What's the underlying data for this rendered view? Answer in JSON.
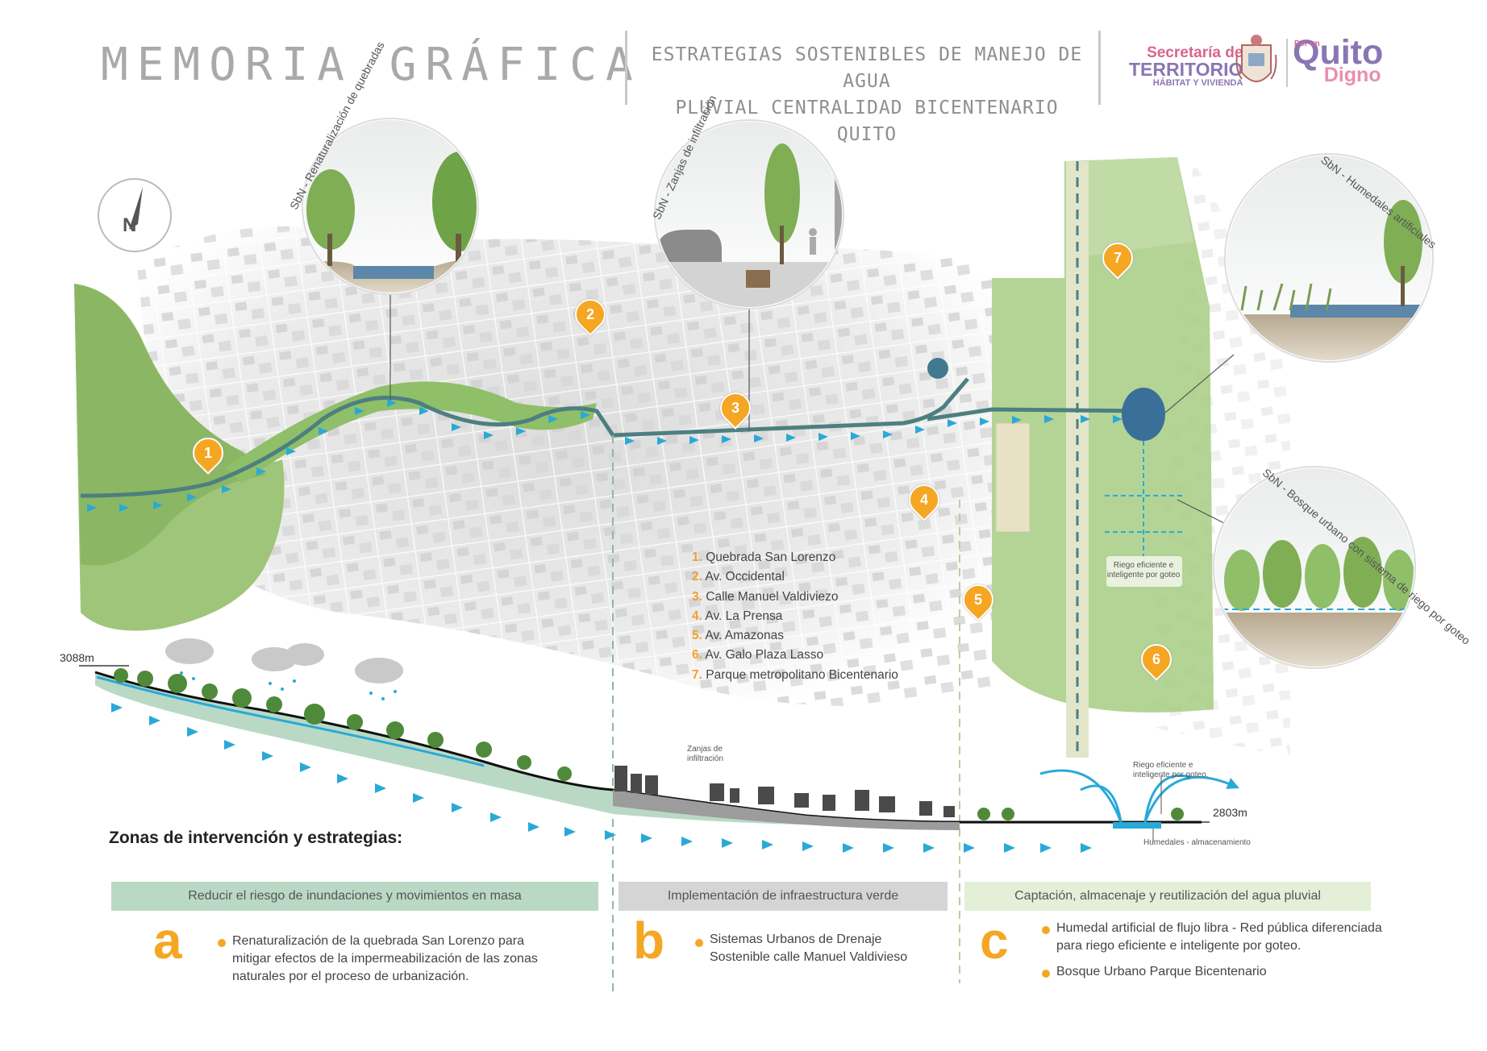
{
  "header": {
    "title": "MEMORIA GRÁFICA",
    "subtitle_line1": "ESTRATEGIAS SOSTENIBLES DE MANEJO DE AGUA",
    "subtitle_line2": "PLUVIAL CENTRALIDAD BICENTENARIO QUITO",
    "logo_sec_line1": "Secretaría de",
    "logo_sec_line2": "TERRITORIO",
    "logo_sec_line3": "HÁBITAT Y VIVIENDA",
    "logo_quito_small": "Por un",
    "logo_quito_main": "Quito",
    "logo_quito_sub": "Digno"
  },
  "compass": {
    "letter": "N"
  },
  "circles": {
    "c1": "SbN - Renaturalización de quebradas",
    "c2": "SbN - Zanjas de infiltración",
    "c3": "SbN - Humedales artificiales",
    "c4": "SbN - Bosque urbano con sistema de riego por goteo"
  },
  "markers": [
    "1",
    "2",
    "3",
    "4",
    "5",
    "6",
    "7"
  ],
  "legend": [
    {
      "num": "1.",
      "label": "Quebrada San Lorenzo"
    },
    {
      "num": "2.",
      "label": "Av. Occidental"
    },
    {
      "num": "3.",
      "label": "Calle Manuel Valdiviezo"
    },
    {
      "num": "4.",
      "label": "Av. La Prensa"
    },
    {
      "num": "5.",
      "label": "Av. Amazonas"
    },
    {
      "num": "6.",
      "label": "Av. Galo Plaza Lasso"
    },
    {
      "num": "7.",
      "label": "Parque metropolitano Bicentenario"
    }
  ],
  "map_notes": {
    "riego_map": "Riego eficiente e inteligente por goteo"
  },
  "section": {
    "alt_start": "3088m",
    "alt_end": "2803m",
    "zanjas": "Zanjas de infiltración",
    "riego": "Riego eficiente e inteligente por goteo.",
    "humedales": "Humedales - almacenamiento"
  },
  "zones": {
    "title": "Zonas de intervención y estrategias:",
    "a": {
      "band": "Reducir el riesgo de inundaciones y movimientos en masa",
      "letter": "a",
      "items": [
        "Renaturalización de la quebrada San Lorenzo para mitigar efectos de la impermeabilización de las zonas naturales por el proceso de urbanización."
      ],
      "color": "#b9d9c5"
    },
    "b": {
      "band": "Implementación de infraestructura verde",
      "letter": "b",
      "items": [
        "Sistemas Urbanos de Drenaje Sostenible calle Manuel Valdivieso"
      ],
      "color": "#d5d5d5"
    },
    "c": {
      "band": "Captación, almacenaje y reutilización del agua pluvial",
      "letter": "c",
      "items": [
        "Humedal artificial de flujo libra - Red pública diferenciada para riego eficiente e inteligente por goteo.",
        "Bosque Urbano Parque Bicentenario"
      ],
      "color": "#e4efd8"
    }
  },
  "colors": {
    "accent": "#f5a623",
    "water": "#29a9d8",
    "green": "#5f9a3c",
    "pipe": "#4d7f80"
  }
}
